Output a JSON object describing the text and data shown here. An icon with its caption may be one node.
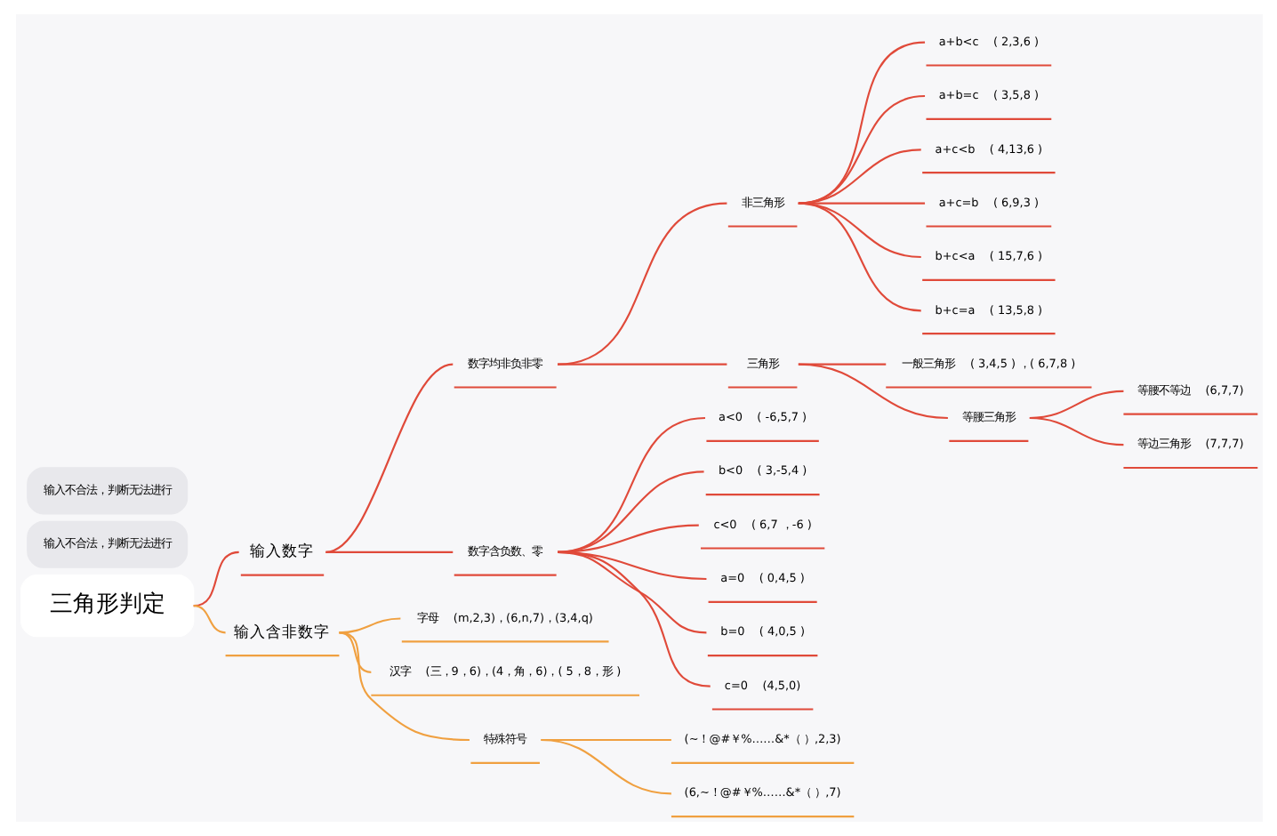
{
  "diagram": {
    "nodes": [
      {
        "text": [
          "三角形判定"
        ]
      },
      {
        "text": [
          "输入数字"
        ]
      },
      {
        "text": [
          "数字均非负非零"
        ]
      },
      {
        "text": [
          "非三角形"
        ]
      },
      {
        "text": [
          "a+b<c",
          "( 2,3,6 )"
        ]
      },
      {
        "text": [
          "a+b=c",
          "( 3,5,8 )"
        ]
      },
      {
        "text": [
          "a+c<b",
          "( 4,13,6 )"
        ]
      },
      {
        "text": [
          "a+c=b",
          "( 6,9,3 )"
        ]
      },
      {
        "text": [
          "b+c<a",
          "( 15,7,6 )"
        ]
      },
      {
        "text": [
          "b+c=a",
          "( 13,5,8 )"
        ]
      },
      {
        "text": [
          "三角形"
        ]
      },
      {
        "text": [
          "一般三角形",
          "( 3,4,5 ) ，( 6,7,8 )"
        ]
      },
      {
        "text": [
          "等腰三角形"
        ]
      },
      {
        "text": [
          "等腰不等边",
          "(6,7,7)"
        ]
      },
      {
        "text": [
          "等边三角形",
          "(7,7,7)"
        ]
      },
      {
        "text": [
          "数字含负数、零"
        ]
      },
      {
        "text": [
          "a<0",
          "( -6,5,7 )"
        ]
      },
      {
        "text": [
          "b<0",
          "( 3,-5,4 )"
        ]
      },
      {
        "text": [
          "c<0",
          "( 6,7 ，-6 )"
        ]
      },
      {
        "text": [
          "a=0",
          "( 0,4,5 )"
        ]
      },
      {
        "text": [
          "b=0",
          "( 4,0,5 )"
        ]
      },
      {
        "text": [
          "c=0",
          "(4,5,0)"
        ]
      },
      {
        "text": [
          "输入不合法，判断无法进行"
        ]
      },
      {
        "text": [
          "输入含非数字"
        ]
      },
      {
        "text": [
          "字母",
          "(m,2,3)，(6,n,7)，(3,4,q)"
        ]
      },
      {
        "text": [
          "汉字",
          "(三，9，6)，(4，角，6)，( 5，8，形 )"
        ]
      },
      {
        "text": [
          "特殊符号"
        ]
      },
      {
        "text": [
          "(~！@#￥%……&*（ ）,2,3)"
        ]
      },
      {
        "text": [
          "(6,~！@#￥%……&*（ ）,7)"
        ]
      },
      {
        "text": [
          "输入不合法，判断无法进行"
        ]
      }
    ],
    "edges": [
      {
        "from": 0,
        "to": 1,
        "arrow": "none"
      },
      {
        "from": 1,
        "to": 2,
        "arrow": "none"
      },
      {
        "from": 2,
        "to": 3,
        "arrow": "none"
      },
      {
        "from": 3,
        "to": 4,
        "arrow": "none"
      },
      {
        "from": 3,
        "to": 5,
        "arrow": "none"
      },
      {
        "from": 3,
        "to": 6,
        "arrow": "none"
      },
      {
        "from": 3,
        "to": 7,
        "arrow": "none"
      },
      {
        "from": 3,
        "to": 8,
        "arrow": "none"
      },
      {
        "from": 3,
        "to": 9,
        "arrow": "none"
      },
      {
        "from": 2,
        "to": 10,
        "arrow": "none"
      },
      {
        "from": 10,
        "to": 11,
        "arrow": "none"
      },
      {
        "from": 10,
        "to": 12,
        "arrow": "none"
      },
      {
        "from": 12,
        "to": 13,
        "arrow": "none"
      },
      {
        "from": 12,
        "to": 14,
        "arrow": "none"
      },
      {
        "from": 1,
        "to": 15,
        "arrow": "none"
      },
      {
        "from": 15,
        "to": 16,
        "arrow": "none"
      },
      {
        "from": 15,
        "to": 17,
        "arrow": "none"
      },
      {
        "from": 15,
        "to": 18,
        "arrow": "none"
      },
      {
        "from": 15,
        "to": 19,
        "arrow": "none"
      },
      {
        "from": 15,
        "to": 20,
        "arrow": "none"
      },
      {
        "from": 15,
        "to": 21,
        "arrow": "none"
      },
      {
        "from": 0,
        "to": 23,
        "arrow": "none",
        "color": "#f0a040"
      },
      {
        "from": 23,
        "to": 24,
        "arrow": "none",
        "color": "#f0a040"
      },
      {
        "from": 23,
        "to": 25,
        "arrow": "none",
        "color": "#f0a040"
      },
      {
        "from": 23,
        "to": 26,
        "arrow": "none",
        "color": "#f0a040"
      },
      {
        "from": 26,
        "to": 27,
        "arrow": "none",
        "color": "#f0a040"
      },
      {
        "from": 26,
        "to": 28,
        "arrow": "none",
        "color": "#f0a040"
      }
    ]
  }
}
